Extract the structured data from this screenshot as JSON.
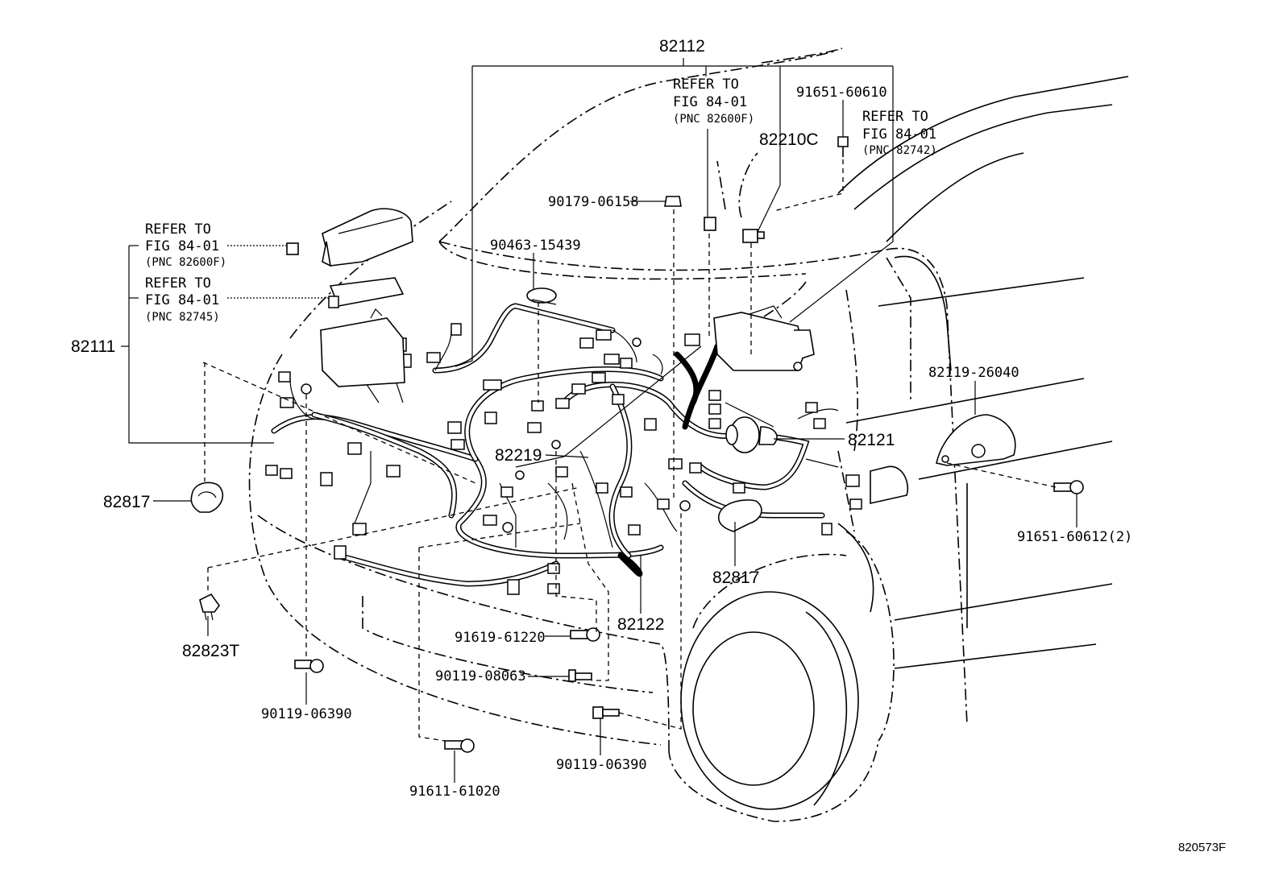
{
  "labels": {
    "l82112": "82112",
    "l82111": "82111",
    "l82210c": "82210C",
    "l82219": "82219",
    "l82121": "82121",
    "l82122": "82122",
    "l82817a": "82817",
    "l82817b": "82817",
    "l82823t": "82823T",
    "l82119": "82119-26040",
    "l90179": "90179-06158",
    "l90463": "90463-15439",
    "l91651a": "91651-60610",
    "l91651b": "91651-60612(2)",
    "l91619": "91619-61220",
    "l90119a": "90119-08063",
    "l90119b": "90119-06390",
    "l90119c": "90119-06390",
    "l91611": "91611-61020",
    "code": "820573F"
  },
  "refs": {
    "top_mid": {
      "line1": "REFER TO",
      "line2": "FIG 84-01",
      "line3": "(PNC 82600F)"
    },
    "top_right": {
      "line1": "REFER TO",
      "line2": "FIG 84-01",
      "line3": "(PNC 82742)"
    },
    "left_a": {
      "line1": "REFER TO",
      "line2": "FIG 84-01",
      "line3": "(PNC 82600F)"
    },
    "left_b": {
      "line1": "REFER TO",
      "line2": "FIG 84-01",
      "line3": "(PNC 82745)"
    }
  }
}
